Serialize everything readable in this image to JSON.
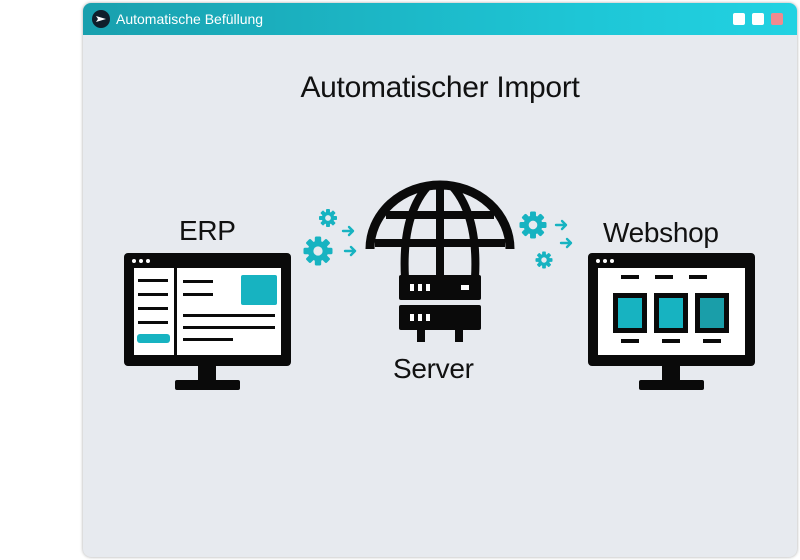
{
  "window": {
    "title": "Automatische Befüllung",
    "icon": "send-arrow-icon",
    "controls": [
      "minimize",
      "maximize",
      "close"
    ],
    "colors": {
      "titlebar": "#1ab4c4",
      "close": "#f08a8f",
      "background": "#e7eaef",
      "accent": "#17b3c1"
    }
  },
  "diagram": {
    "heading": "Automatischer Import",
    "erp_label": "ERP",
    "server_label": "Server",
    "webshop_label": "Webshop"
  }
}
